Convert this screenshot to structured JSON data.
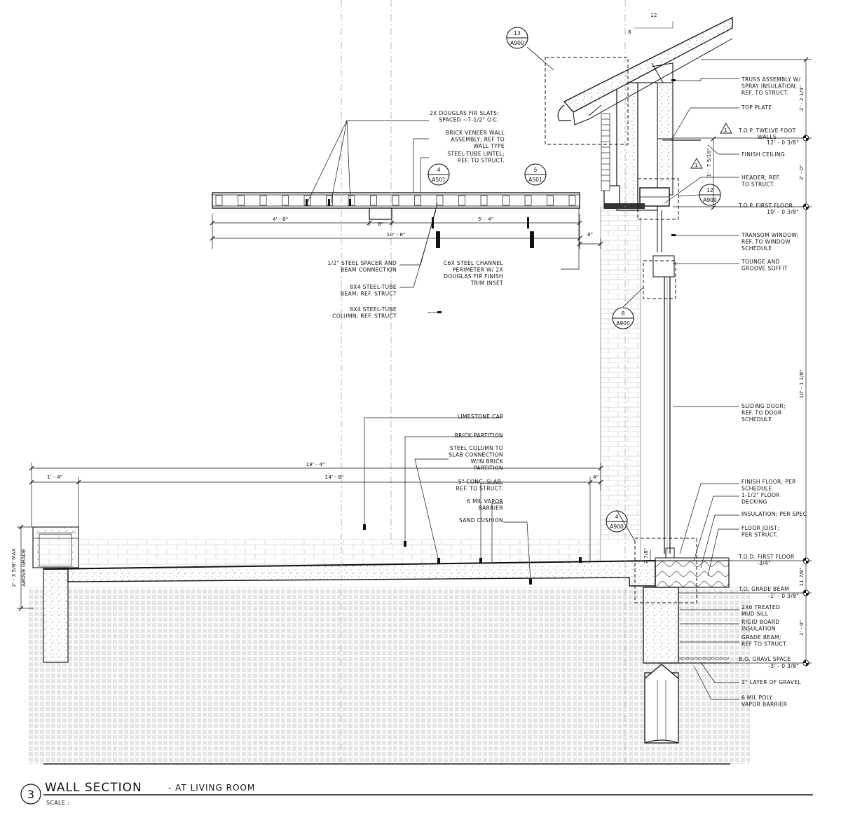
{
  "title": {
    "number": "3",
    "main": "WALL SECTION",
    "sub": "- AT LIVING ROOM",
    "scale_label": "SCALE :"
  },
  "bubbles": [
    {
      "num": "13",
      "ref": "A900"
    },
    {
      "num": "4",
      "ref": "A501"
    },
    {
      "num": "5",
      "ref": "A501"
    },
    {
      "num": "12",
      "ref": "A900"
    },
    {
      "num": "8",
      "ref": "A900"
    },
    {
      "num": "4",
      "ref": "A900"
    }
  ],
  "roof_slope": {
    "rise": "6",
    "run": "12"
  },
  "revision_marks": [
    "1",
    "1"
  ],
  "notes_left": [
    [
      "2X DOUGLAS FIR SLATS;",
      "SPACED ~7-1/2\" O.C."
    ],
    [
      "BRICK VENEER WALL",
      "ASSEMBLY; REF TO",
      "WALL TYPE"
    ],
    [
      "STEEL-TUBE LINTEL;",
      "REF. TO STRUCT."
    ],
    [
      "1/2\" STEEL SPACER AND",
      "BEAM CONNECTION"
    ],
    [
      "C6X STEEL CHANNEL",
      "PERIMETER W/ 2X",
      "DOUGLAS FIR FINISH",
      "TRIM INSET"
    ],
    [
      "8X4 STEEL-TUBE",
      "BEAM; REF. STRUCT"
    ],
    [
      "8X4 STEEL-TUBE",
      "COLUMN; REF. STRUCT"
    ],
    [
      "LIMESTONE CAP"
    ],
    [
      "BRICK PARTITION"
    ],
    [
      "STEEL COLUMN TO",
      "SLAB CONNECTION",
      "W/IN BRICK",
      "PARTITION"
    ],
    [
      "5\" CONC. SLAB;",
      "REF. TO STRUCT."
    ],
    [
      "6 MIL VAPOR",
      "BARRIER"
    ],
    [
      "SAND CUSHION"
    ]
  ],
  "notes_right": [
    [
      "TRUSS ASSEMBLY W/",
      "SPRAY INSULATION;",
      "REF. TO STRUCT."
    ],
    [
      "TOP PLATE"
    ],
    [
      "FINISH CEILING"
    ],
    [
      "HEADER; REF.",
      "TO STRUCT."
    ],
    [
      "TRANSOM WINDOW;",
      "REF. TO WINDOW",
      "SCHEDULE"
    ],
    [
      "TOUNGE AND",
      "GROOVE SOFFIT"
    ],
    [
      "SLIDING DOOR;",
      "REF. TO DOOR",
      "SCHEDULE"
    ],
    [
      "FINISH FLOOR; PER",
      "SCHEDULE"
    ],
    [
      "1-1/2\" FLOOR",
      "DECKING"
    ],
    [
      "INSULATION; PER SPEC"
    ],
    [
      "FLOOR JOIST;",
      "PER STRUCT."
    ],
    [
      "2X6 TREATED",
      "MUD SILL"
    ],
    [
      "RIGID BOARD",
      "INSULATION"
    ],
    [
      "GRADE BEAM;",
      "REF TO STRUCT."
    ],
    [
      "2\" LAYER OF GRAVEL"
    ],
    [
      "6 MIL POLY.",
      "VAPOR BARRIER"
    ]
  ],
  "elevations": [
    {
      "label": "T.O.P. TWELVE FOOT",
      "label2": "WALLS",
      "value": "12' - 0 3/8\""
    },
    {
      "label": "T.O.P. FIRST FLOOR",
      "value": "10' - 0 3/8\""
    },
    {
      "label": "T.O.D. FIRST FLOOR",
      "value": "-3/4\""
    },
    {
      "label": "T.O. GRADE BEAM",
      "value": "-1' - 0 3/8\""
    },
    {
      "label": "B.O. GRAVL SPACE",
      "value": "-3' - 0 3/8\""
    }
  ],
  "dims": {
    "canopy_a": "4' - 6\"",
    "canopy_b": "8\"",
    "canopy_c": "5' - 4\"",
    "canopy_total": "10' - 6\"",
    "canopy_offset": "8\"",
    "slab_total": "18' - 4\"",
    "slab_a": "1' - 4\"",
    "slab_b": "14' - 8\"",
    "slab_c": "4\"",
    "wall_height": "2' - 3 5/8\" MAX",
    "wall_height_2": "ABOVE GRADE",
    "ceiling_gap": "1' - 7 5/16\"",
    "floor_gap": "2 7/8\"",
    "right_top": "2' - 2 1/4\"",
    "right_2": "2' - 0\"",
    "right_3": "10' - 1 1/8\"",
    "right_4": "11 7/8\"",
    "right_5": "2' - 0\""
  }
}
